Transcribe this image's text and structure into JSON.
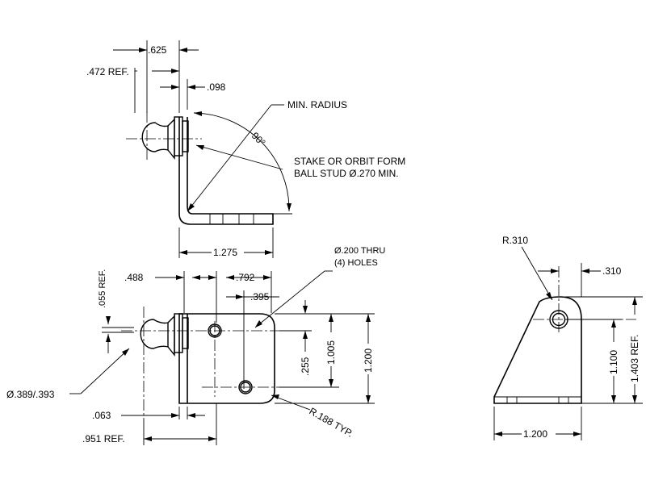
{
  "colors": {
    "ink": "#000000",
    "paper": "#ffffff"
  },
  "side_view": {
    "dim_625": ".625",
    "dim_472_ref": ".472 REF.",
    "dim_098": ".098",
    "note_min_radius": "MIN. RADIUS",
    "angle_90": "90°",
    "note_stake_line1": "STAKE OR ORBIT FORM",
    "note_stake_line2": "BALL STUD Ø.270 MIN.",
    "dim_1275": "1.275"
  },
  "top_view": {
    "dim_488": ".488",
    "dim_792": ".792",
    "dim_395": ".395",
    "dim_055_ref": ".055 REF.",
    "note_holes_line1": "Ø.200 THRU",
    "note_holes_line2": "(4) HOLES",
    "dim_255": ".255",
    "dim_1005": "1.005",
    "dim_1200": "1.200",
    "dim_ball_dia": "Ø.389/.393",
    "dim_063": ".063",
    "dim_951_ref": ".951 REF.",
    "note_r188": "R.188 TYP."
  },
  "end_view": {
    "dim_r310": "R.310",
    "dim_310": ".310",
    "dim_1100": "1.100",
    "dim_1403_ref": "1.403 REF.",
    "dim_1200": "1.200"
  }
}
